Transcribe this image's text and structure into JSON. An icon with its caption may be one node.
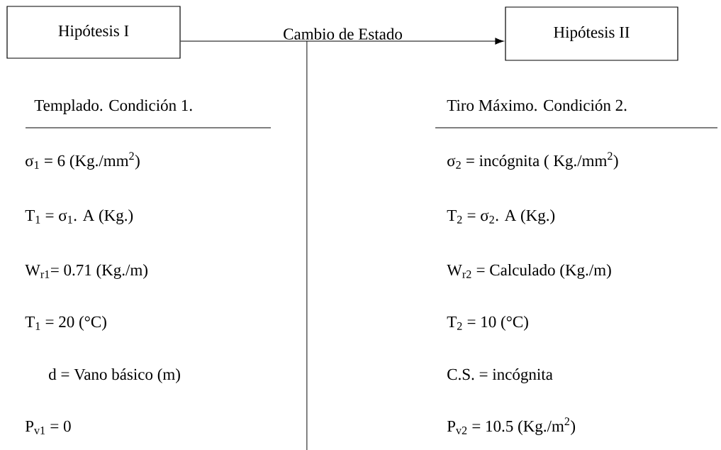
{
  "diagram": {
    "nodes": [
      {
        "text": [
          "Hipótesis I"
        ]
      },
      {
        "text": [
          "Hipótesis II"
        ]
      }
    ],
    "edges": [
      {
        "from": 0,
        "to": 1,
        "arrow": "to",
        "label": "Cambio de Estado"
      }
    ],
    "labels": [
      "Templado. Condición 1.",
      "Tiro Máximo. Condición 2.",
      "σ$_{1}$ = 6 (Kg./mm$^{2}$)",
      "σ$_{2}$ = incógnita ( Kg./mm$^{2}$)",
      "T$_{1}$ = σ$_{1}$. A (Kg.)",
      "T$_{2}$ = σ$_{2}$. A (Kg.)",
      "W$_{r1}$= 0.71 (Kg./m)",
      "W$_{r2}$ = Calculado (Kg./m)",
      "T$_{1}$ = 20 (°C)",
      "T$_{2}$ = 10 (°C)",
      "d = Vano básico (m)",
      "C.S. = incógnita",
      "P$_{v1}$ = 0",
      "P$_{v2}$ = 10.5 (Kg./m$^{2}$)"
    ]
  }
}
